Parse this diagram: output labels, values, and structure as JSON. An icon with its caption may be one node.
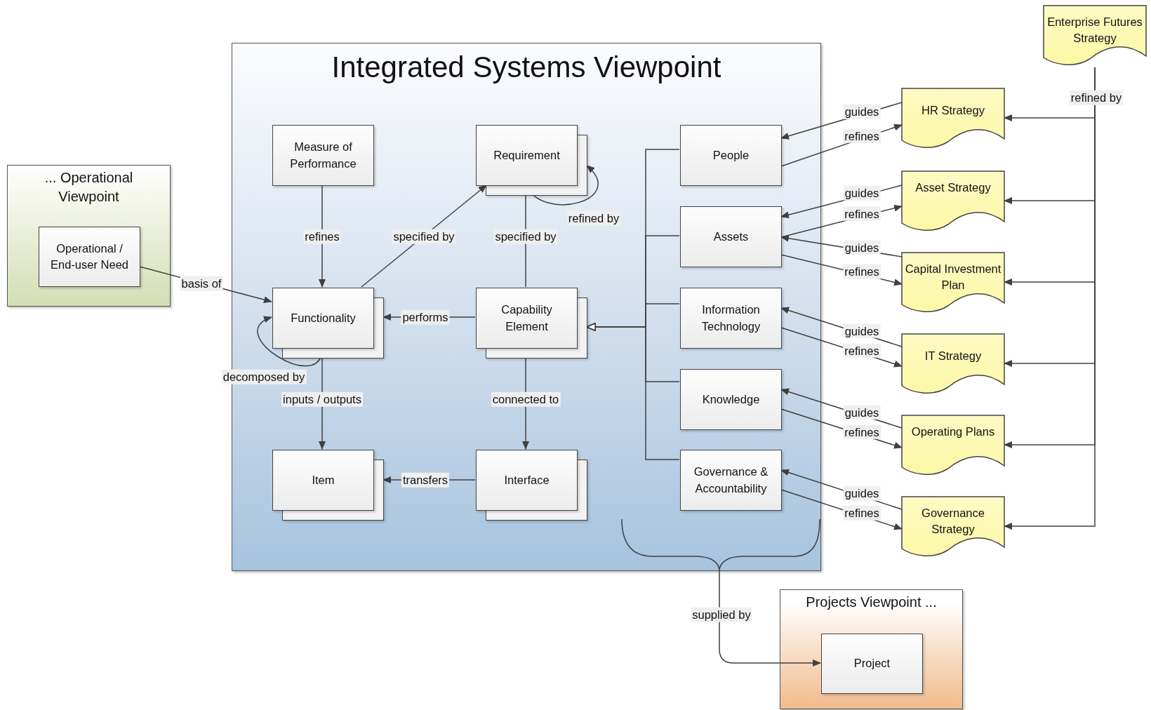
{
  "diagram": {
    "nodes": [
      {
        "text": [
          "... Operational Viewpoint"
        ]
      },
      {
        "text": [
          "Operational / End-user Need"
        ],
        "in": 0
      },
      {
        "text": [
          "Integrated Systems Viewpoint"
        ]
      },
      {
        "text": [
          "Measure of Performance"
        ],
        "in": 2
      },
      {
        "text": [
          "Requirement"
        ],
        "in": 2
      },
      {
        "text": [
          "Functionality"
        ],
        "in": 2
      },
      {
        "text": [
          "Capability Element"
        ],
        "in": 2
      },
      {
        "text": [
          "Item"
        ],
        "in": 2
      },
      {
        "text": [
          "Interface"
        ],
        "in": 2
      },
      {
        "text": [
          "People"
        ],
        "in": 2
      },
      {
        "text": [
          "Assets"
        ],
        "in": 2
      },
      {
        "text": [
          "Information Technology"
        ],
        "in": 2
      },
      {
        "text": [
          "Knowledge"
        ],
        "in": 2
      },
      {
        "text": [
          "Governance & Accountability"
        ],
        "in": 2
      },
      {
        "text": [
          "Enterprise Futures Strategy"
        ]
      },
      {
        "text": [
          "HR Strategy"
        ]
      },
      {
        "text": [
          "Asset Strategy"
        ]
      },
      {
        "text": [
          "Capital Investment Plan"
        ]
      },
      {
        "text": [
          "IT Strategy"
        ]
      },
      {
        "text": [
          "Operating Plans"
        ]
      },
      {
        "text": [
          "Governance Strategy"
        ]
      },
      {
        "text": [
          "Projects Viewpoint ..."
        ]
      },
      {
        "text": [
          "Project"
        ],
        "in": 21
      }
    ],
    "edges": [
      {
        "from": 1,
        "to": 5,
        "arrow": "to",
        "label": "basis of"
      },
      {
        "from": 3,
        "to": 5,
        "arrow": "to",
        "label": "refines"
      },
      {
        "from": 5,
        "to": 4,
        "arrow": "to",
        "label": "specified by"
      },
      {
        "from": 6,
        "to": 4,
        "arrow": "to",
        "label": "specified by"
      },
      {
        "from": 4,
        "to": 4,
        "arrow": "to",
        "label": "refined by"
      },
      {
        "from": 6,
        "to": 5,
        "arrow": "to",
        "label": "performs"
      },
      {
        "from": 5,
        "to": 5,
        "arrow": "to",
        "label": "decomposed by"
      },
      {
        "from": 5,
        "to": 7,
        "arrow": "to",
        "label": "inputs / outputs"
      },
      {
        "from": 6,
        "to": 8,
        "arrow": "to",
        "label": "connected to"
      },
      {
        "from": 8,
        "to": 7,
        "arrow": "to",
        "label": "transfers"
      },
      {
        "from": 9,
        "to": 6,
        "arrow": "to"
      },
      {
        "from": 10,
        "to": 6,
        "arrow": "to"
      },
      {
        "from": 11,
        "to": 6,
        "arrow": "to"
      },
      {
        "from": 12,
        "to": 6,
        "arrow": "to"
      },
      {
        "from": 13,
        "to": 6,
        "arrow": "to"
      },
      {
        "from": 15,
        "to": 9,
        "arrow": "to",
        "label": "guides"
      },
      {
        "from": 9,
        "to": 15,
        "arrow": "to",
        "label": "refines"
      },
      {
        "from": 16,
        "to": 10,
        "arrow": "to",
        "label": "guides"
      },
      {
        "from": 10,
        "to": 16,
        "arrow": "to",
        "label": "refines"
      },
      {
        "from": 17,
        "to": 10,
        "arrow": "to",
        "label": "guides"
      },
      {
        "from": 10,
        "to": 17,
        "arrow": "to",
        "label": "refines"
      },
      {
        "from": 18,
        "to": 11,
        "arrow": "to",
        "label": "guides"
      },
      {
        "from": 11,
        "to": 18,
        "arrow": "to",
        "label": "refines"
      },
      {
        "from": 19,
        "to": 12,
        "arrow": "to",
        "label": "guides"
      },
      {
        "from": 12,
        "to": 19,
        "arrow": "to",
        "label": "refines"
      },
      {
        "from": 20,
        "to": 13,
        "arrow": "to",
        "label": "guides"
      },
      {
        "from": 13,
        "to": 20,
        "arrow": "to",
        "label": "refines"
      },
      {
        "from": 14,
        "to": 15,
        "arrow": "to",
        "label": "refined by"
      },
      {
        "from": 14,
        "to": 16,
        "arrow": "to"
      },
      {
        "from": 14,
        "to": 17,
        "arrow": "to"
      },
      {
        "from": 14,
        "to": 18,
        "arrow": "to"
      },
      {
        "from": 14,
        "to": 19,
        "arrow": "to"
      },
      {
        "from": 14,
        "to": 20,
        "arrow": "to"
      },
      {
        "from": 2,
        "to": 22,
        "arrow": "to",
        "label": "supplied by"
      }
    ]
  }
}
